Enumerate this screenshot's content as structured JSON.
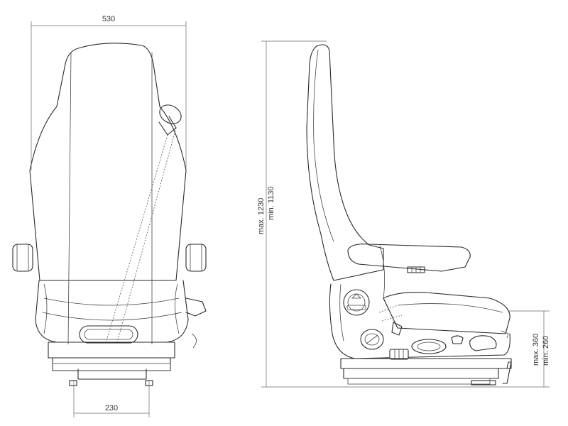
{
  "dimensions": {
    "width_total": "530",
    "base_width": "230",
    "height_max": "max. 1230",
    "height_min": "min. 1130",
    "seat_height_max": "max. 360",
    "seat_height_min": "min. 260"
  },
  "colors": {
    "line": "#2a2a2a",
    "dimension_line": "#666666",
    "background": "#ffffff"
  }
}
